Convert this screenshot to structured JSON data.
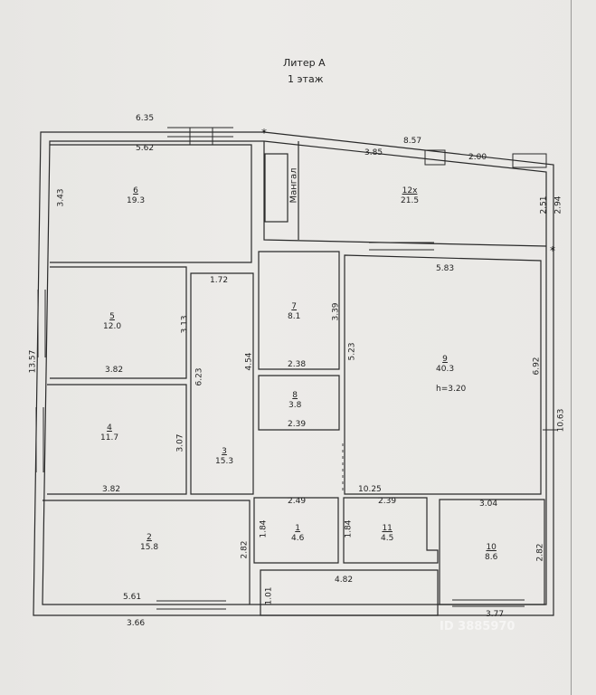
{
  "title": {
    "line1": "Литер А",
    "line2": "1 этаж"
  },
  "rooms": [
    {
      "id": "1",
      "area": "4.6"
    },
    {
      "id": "2",
      "area": "15.8"
    },
    {
      "id": "3",
      "area": "15.3"
    },
    {
      "id": "4",
      "area": "11.7"
    },
    {
      "id": "5",
      "area": "12.0"
    },
    {
      "id": "6",
      "area": "19.3"
    },
    {
      "id": "7",
      "area": "8.1"
    },
    {
      "id": "8",
      "area": "3.8"
    },
    {
      "id": "9",
      "area": "40.3",
      "height": "h=3.20"
    },
    {
      "id": "10",
      "area": "8.6"
    },
    {
      "id": "11",
      "area": "4.5"
    },
    {
      "id": "12х",
      "area": "21.5"
    }
  ],
  "dims": {
    "d635": "6.35",
    "d562": "5.62",
    "d343": "3.43",
    "d857": "8.57",
    "d385": "3.85",
    "d200": "2.00",
    "d251": "2.51",
    "d294": "2.94",
    "d172": "1.72",
    "d583": "5.83",
    "d313": "3.13",
    "d339": "3.39",
    "d382a": "3.82",
    "d238": "2.38",
    "d1357": "13.57",
    "d623": "6.23",
    "d454": "4.54",
    "d523": "5.23",
    "d692": "6.92",
    "d1063": "10.63",
    "d307": "3.07",
    "d239a": "2.39",
    "d382b": "3.82",
    "d1025": "10.25",
    "d249": "2.49",
    "d239b": "2.39",
    "d304": "3.04",
    "d184a": "1.84",
    "d184b": "1.84",
    "d282a": "2.82",
    "d282b": "2.82",
    "d561": "5.61",
    "d482": "4.82",
    "d101": "1.01",
    "d366": "3.66",
    "d377": "3.77"
  },
  "mangal_label": "Мангал",
  "watermark": "ID 3885970"
}
